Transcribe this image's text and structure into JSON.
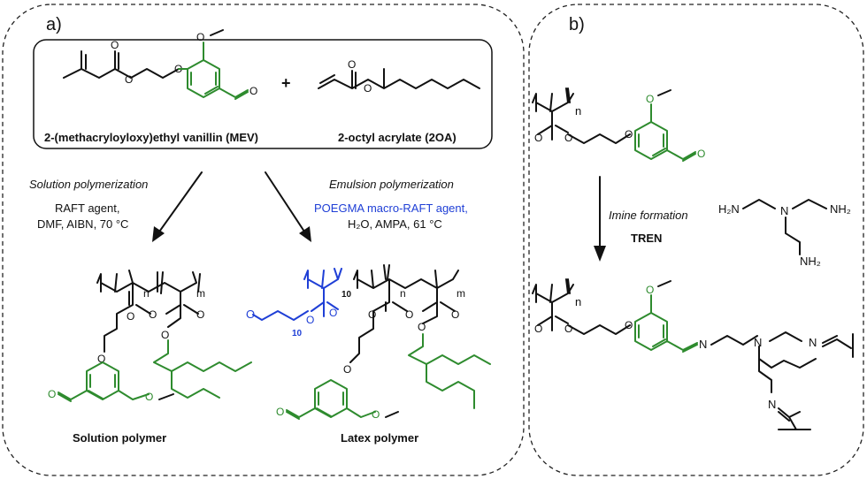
{
  "panel_a": {
    "tag": "a)",
    "monomer1_label": "2-(methacryloyloxy)ethyl vanillin (MEV)",
    "plus": "+",
    "monomer2_label": "2-octyl acrylate (2OA)",
    "solution": {
      "title": "Solution polymerization",
      "cond1": "RAFT agent,",
      "cond2": "DMF,  AIBN,  70 °C",
      "product": "Solution polymer"
    },
    "emulsion": {
      "title": "Emulsion polymerization",
      "cond1": "POEGMA macro-RAFT agent,",
      "cond2": "H₂O,  AMPA,  61 °C",
      "product": "Latex polymer"
    },
    "sub_n": "n",
    "sub_m": "m",
    "sub_10a": "10",
    "sub_10b": "10"
  },
  "panel_b": {
    "tag": "b)",
    "step": "Imine formation",
    "reagent": "TREN",
    "sub_n": "n",
    "amine": [
      "H₂N",
      "NH₂",
      "NH₂",
      "N"
    ],
    "N_label": "N"
  },
  "colors": {
    "vanillin_green": "#2e8b2e",
    "poegma_blue": "#1f3fd6",
    "text": "#111111"
  }
}
